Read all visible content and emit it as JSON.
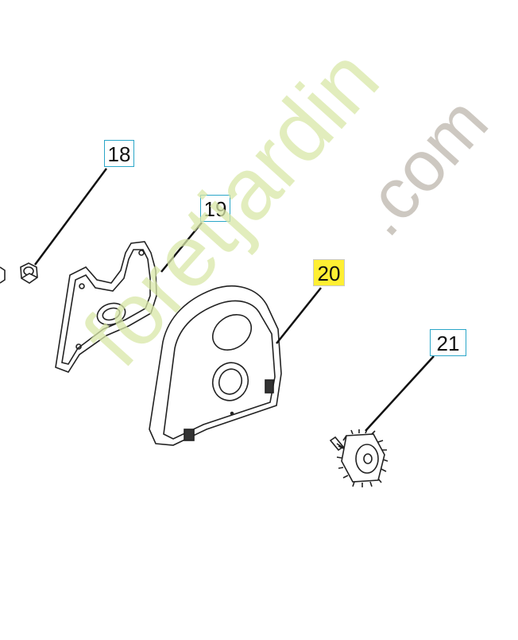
{
  "callouts": {
    "p18": "18",
    "p19": "19",
    "p20": "20",
    "p21": "21"
  },
  "highlight_color": "#ffef33",
  "callout_border_color": "#2aa6c8",
  "watermark": {
    "main": "foretjardin",
    "tld": ".com",
    "main_color": "#d9e8a8",
    "tld_color": "#b9b2a7"
  }
}
